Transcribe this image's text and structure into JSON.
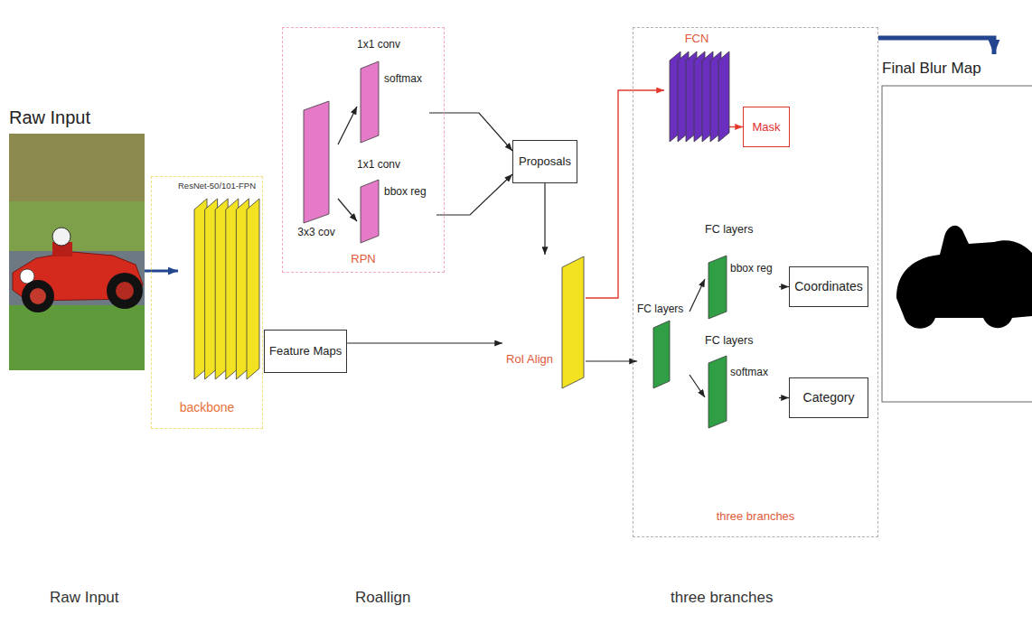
{
  "diagram": {
    "nodes": [
      {
        "text": [
          "Raw Input"
        ]
      },
      {
        "text": [
          "backbone"
        ]
      },
      {
        "text": [
          "ResNet-50/101-FPN"
        ],
        "in": 1
      },
      {
        "text": [
          "Feature Maps"
        ]
      },
      {
        "text": [
          "RPN"
        ]
      },
      {
        "text": [
          "3x3 cov"
        ],
        "in": 4
      },
      {
        "text": [
          "1x1 conv",
          "softmax"
        ],
        "in": 4
      },
      {
        "text": [
          "1x1 conv",
          "bbox reg"
        ],
        "in": 4
      },
      {
        "text": [
          "Proposals"
        ]
      },
      {
        "text": [
          "RoI Align"
        ]
      },
      {
        "text": [
          "three branches"
        ]
      },
      {
        "text": [
          "FCN"
        ],
        "in": 10
      },
      {
        "text": [
          "Mask"
        ],
        "in": 10
      },
      {
        "text": [
          "FC layers"
        ],
        "in": 10
      },
      {
        "text": [
          "FC layers",
          "bbox reg"
        ],
        "in": 10
      },
      {
        "text": [
          "FC layers",
          "softmax"
        ],
        "in": 10
      },
      {
        "text": [
          "Coordinates"
        ],
        "in": 10
      },
      {
        "text": [
          "Category"
        ],
        "in": 10
      },
      {
        "text": [
          "Final Blur Map"
        ]
      }
    ],
    "edges": [
      {
        "from": 0,
        "to": 2,
        "arrow": "to"
      },
      {
        "from": 5,
        "to": 6,
        "arrow": "to"
      },
      {
        "from": 5,
        "to": 7,
        "arrow": "to"
      },
      {
        "from": 6,
        "to": 8,
        "arrow": "to"
      },
      {
        "from": 7,
        "to": 8,
        "arrow": "to"
      },
      {
        "from": 8,
        "to": 9,
        "arrow": "to"
      },
      {
        "from": 3,
        "to": 9,
        "arrow": "to"
      },
      {
        "from": 9,
        "to": 11,
        "arrow": "to"
      },
      {
        "from": 11,
        "to": 12,
        "arrow": "to"
      },
      {
        "from": 9,
        "to": 13,
        "arrow": "to"
      },
      {
        "from": 13,
        "to": 14,
        "arrow": "to"
      },
      {
        "from": 13,
        "to": 15,
        "arrow": "to"
      },
      {
        "from": 14,
        "to": 16,
        "arrow": "to"
      },
      {
        "from": 15,
        "to": 17,
        "arrow": "to"
      },
      {
        "from": 10,
        "to": 18,
        "arrow": "to"
      }
    ],
    "labels": [
      "Raw Input",
      "Roallign",
      "three branches"
    ]
  }
}
